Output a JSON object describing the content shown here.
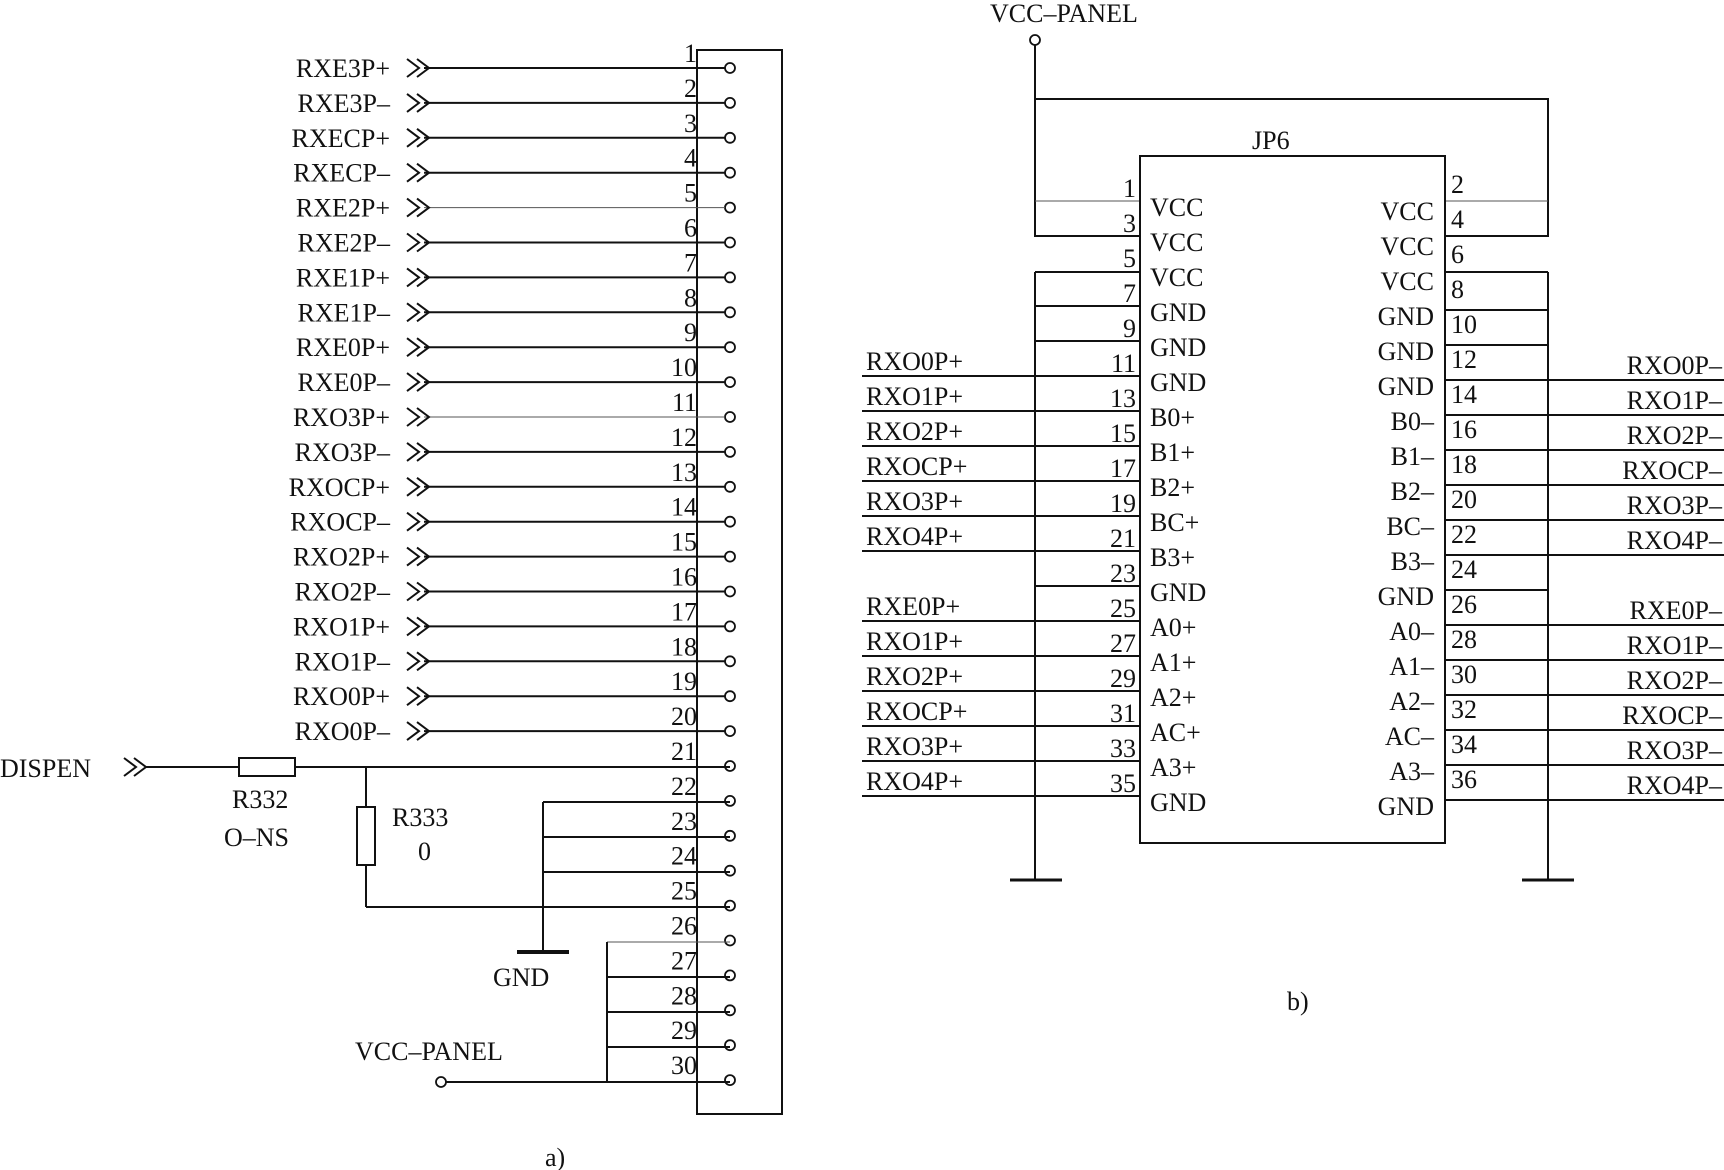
{
  "panel_a": {
    "caption": "a)",
    "signals": [
      "RXE3P+",
      "RXE3P–",
      "RXECP+",
      "RXECP–",
      "RXE2P+",
      "RXE2P–",
      "RXE1P+",
      "RXE1P–",
      "RXE0P+",
      "RXE0P–",
      "RXO3P+",
      "RXO3P–",
      "RXOCP+",
      "RXOCP–",
      "RXO2P+",
      "RXO2P–",
      "RXO1P+",
      "RXO1P–",
      "RXO0P+",
      "RXO0P–"
    ],
    "pins": [
      "1",
      "2",
      "3",
      "4",
      "5",
      "6",
      "7",
      "8",
      "9",
      "10",
      "11",
      "12",
      "13",
      "14",
      "15",
      "16",
      "17",
      "18",
      "19",
      "20",
      "21",
      "22",
      "23",
      "24",
      "25",
      "26",
      "27",
      "28",
      "29",
      "30"
    ],
    "dispen_label": "DISPEN",
    "r332": {
      "name": "R332",
      "value": "O–NS"
    },
    "r333": {
      "name": "R333",
      "value": "0"
    },
    "gnd_label": "GND",
    "vcc_label": "VCC–PANEL"
  },
  "panel_b": {
    "caption": "b)",
    "vcc_label": "VCC–PANEL",
    "chip_label": "JP6",
    "left_pins": [
      "1",
      "3",
      "5",
      "7",
      "9",
      "11",
      "13",
      "15",
      "17",
      "19",
      "21",
      "23",
      "25",
      "27",
      "29",
      "31",
      "33",
      "35"
    ],
    "left_functions": [
      "VCC",
      "VCC",
      "VCC",
      "GND",
      "GND",
      "GND",
      "B0+",
      "B1+",
      "B2+",
      "BC+",
      "B3+",
      "GND",
      "A0+",
      "A1+",
      "A2+",
      "AC+",
      "A3+",
      "GND"
    ],
    "right_pins": [
      "2",
      "4",
      "6",
      "8",
      "10",
      "12",
      "14",
      "16",
      "18",
      "20",
      "22",
      "24",
      "26",
      "28",
      "30",
      "32",
      "34",
      "36"
    ],
    "right_functions": [
      "VCC",
      "VCC",
      "VCC",
      "GND",
      "GND",
      "GND",
      "B0–",
      "B1–",
      "B2–",
      "BC–",
      "B3–",
      "GND",
      "A0–",
      "A1–",
      "A2–",
      "AC–",
      "A3–",
      "GND"
    ],
    "left_signals": [
      "RXO0P+",
      "RXO1P+",
      "RXO2P+",
      "RXOCP+",
      "RXO3P+",
      "RXO4P+",
      "RXE0P+",
      "RXO1P+",
      "RXO2P+",
      "RXOCP+",
      "RXO3P+",
      "RXO4P+"
    ],
    "right_signals": [
      "RXO0P–",
      "RXO1P–",
      "RXO2P–",
      "RXOCP–",
      "RXO3P–",
      "RXO4P–",
      "RXE0P–",
      "RXO1P–",
      "RXO2P–",
      "RXOCP–",
      "RXO3P–",
      "RXO4P–"
    ]
  }
}
